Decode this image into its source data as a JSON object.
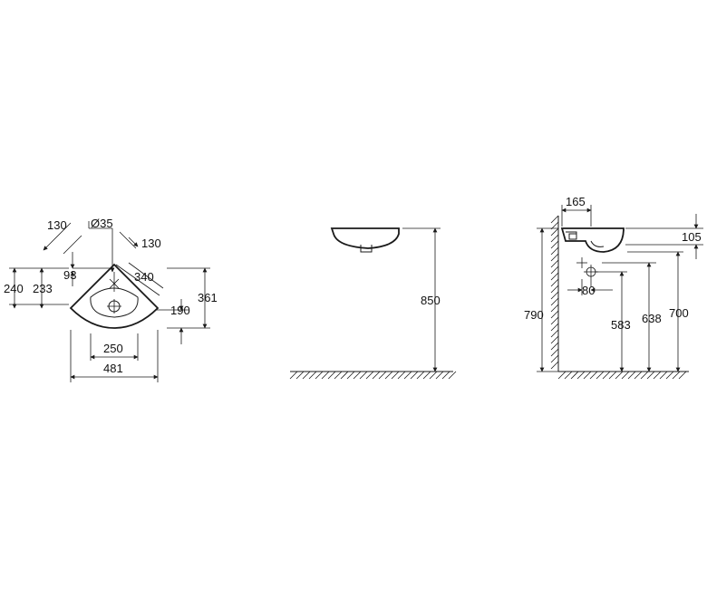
{
  "views": {
    "top": {
      "dim_130_left": "130",
      "dim_dia_35": "Ø35",
      "dim_130_right": "130",
      "dim_93": "93",
      "dim_340": "340",
      "dim_240": "240",
      "dim_233": "233",
      "dim_361": "361",
      "dim_190": "190",
      "dim_250": "250",
      "dim_481": "481"
    },
    "front": {
      "dim_850": "850"
    },
    "side": {
      "dim_165": "165",
      "dim_105": "105",
      "dim_80": "80",
      "dim_790": "790",
      "dim_583": "583",
      "dim_638": "638",
      "dim_700": "700"
    }
  }
}
